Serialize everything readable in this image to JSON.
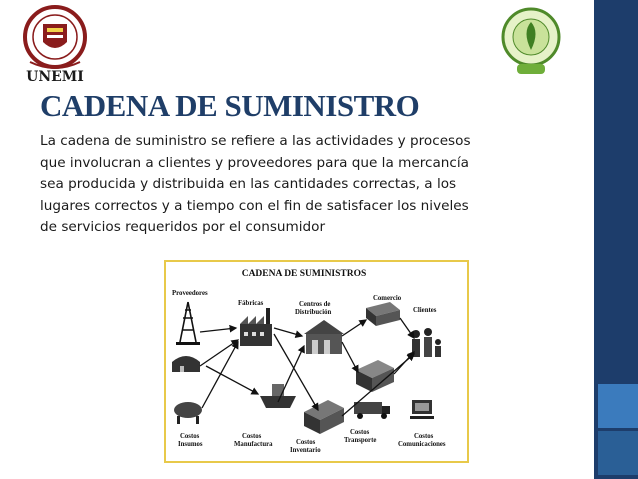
{
  "slide": {
    "title": "CADENA DE SUMINISTRO",
    "body_lines": [
      "La cadena de suministro se refiere a las actividades y procesos",
      "que involucran a clientes y proveedores para que la mercancía",
      "sea producida y distribuida en las cantidades correctas, a los",
      "lugares correctos y a tiempo con el fin de satisfacer los niveles",
      "de servicios requeridos por el consumidor"
    ]
  },
  "logos": {
    "left_caption": "UNEMI",
    "left_icon": "university-seal-icon",
    "right_icon": "green-emblem-icon"
  },
  "diagram": {
    "title": "CADENA DE SUMINISTROS",
    "top_labels": {
      "proveedores": "Proveedores",
      "fabricas": "Fábricas",
      "centros_1": "Centros de",
      "centros_2": "Distribución",
      "comercio": "Comercio",
      "clientes": "Clientes"
    },
    "bottom_labels": {
      "insumos_1": "Costos",
      "insumos_2": "Insumos",
      "manufactura_1": "Costos",
      "manufactura_2": "Manufactura",
      "inventario_1": "Costos",
      "inventario_2": "Inventario",
      "transporte_1": "Costos",
      "transporte_2": "Transporte",
      "comunicaciones_1": "Costos",
      "comunicaciones_2": "Comunicaciones"
    }
  },
  "colors": {
    "title": "#1f3e68",
    "sidebar": "#1d3d6b",
    "diagram_border": "#e8c94a"
  }
}
